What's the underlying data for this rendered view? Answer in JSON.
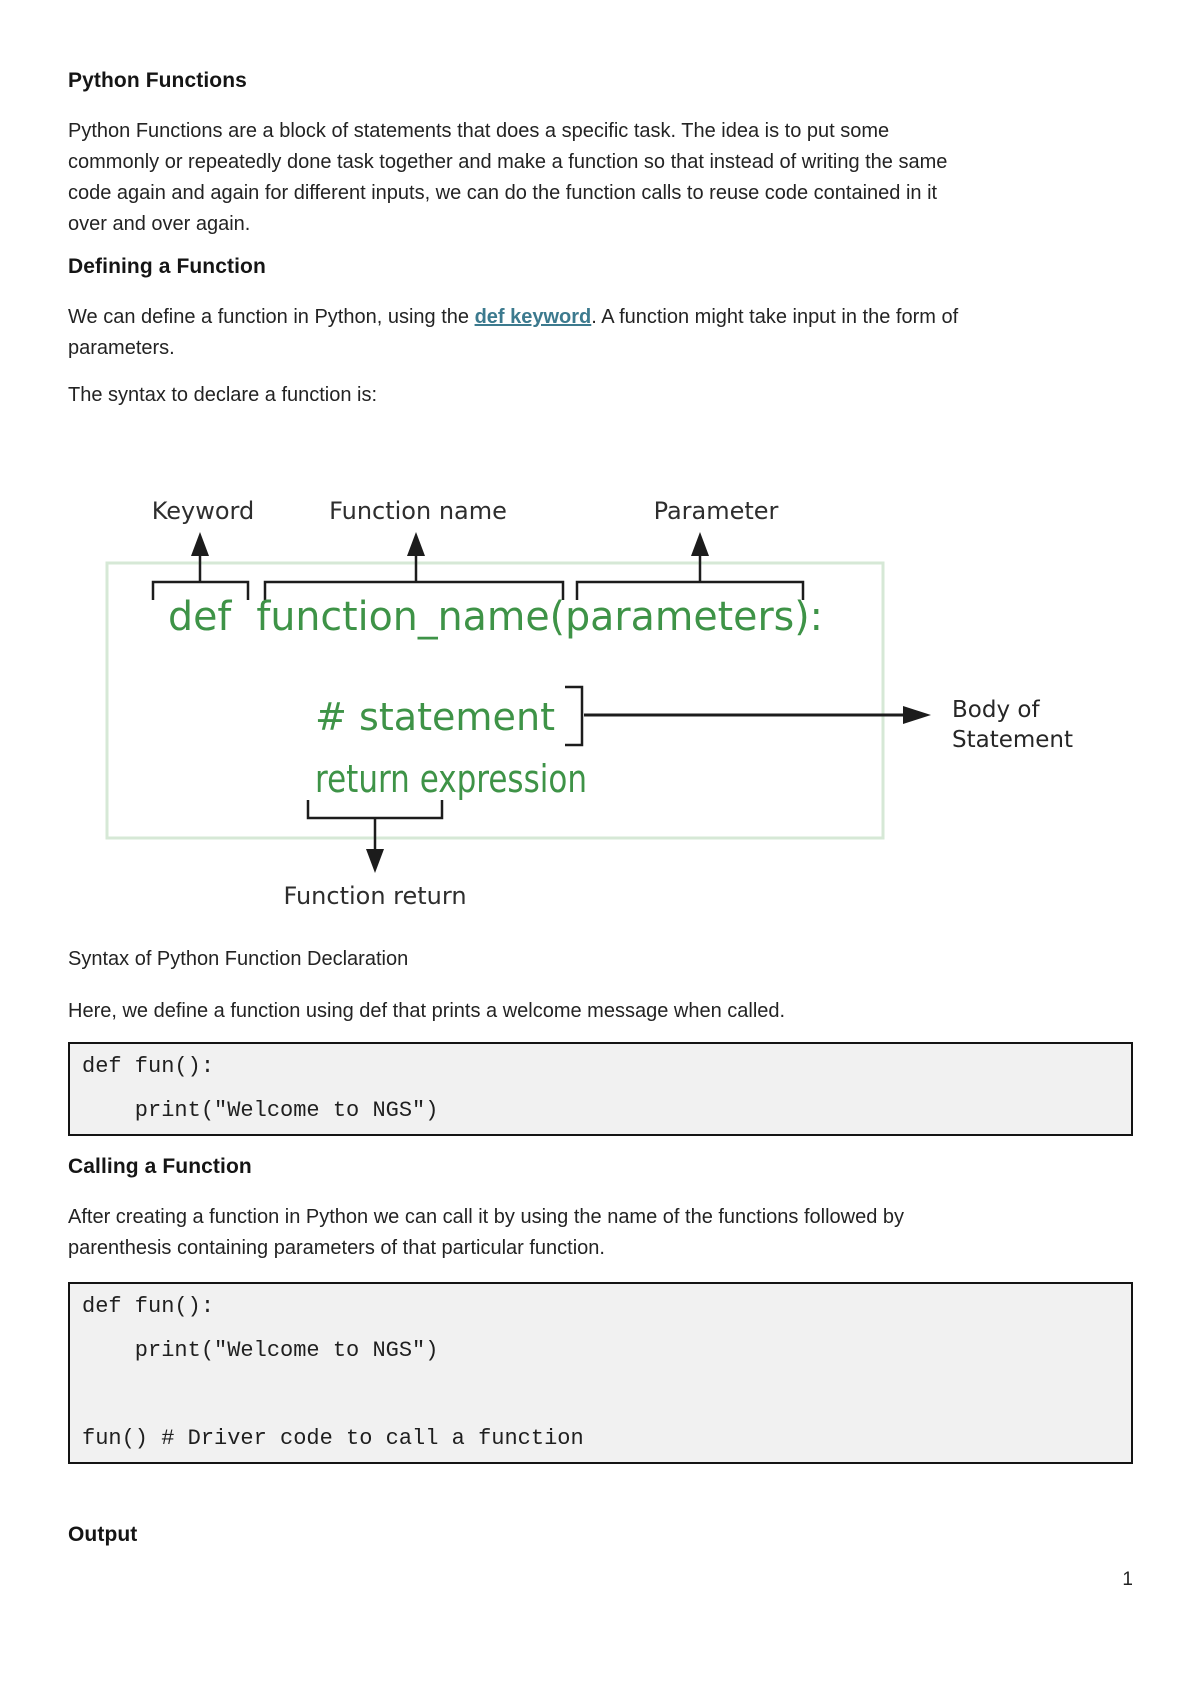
{
  "document": {
    "title": "Python Functions",
    "page_number": "1"
  },
  "intro": {
    "lines": [
      "Python Functions are a block of statements that does a specific task. The idea is to put some",
      "commonly or repeatedly done task together and make a function so that instead of writing the same",
      "code again and again for different inputs, we can do the function calls to reuse code contained in it",
      "over and over again."
    ]
  },
  "defining": {
    "heading": "Defining a Function",
    "line1_before": "We can define a function in Python, using the ",
    "link_text": "def keyword",
    "line1_after": ". A function might take input in the form of",
    "line2": "parameters.",
    "syntax_intro": "The syntax to declare a function is:"
  },
  "diagram": {
    "label_keyword": "Keyword",
    "label_function_name": "Function name",
    "label_parameter": "Parameter",
    "code_line": "def  function_name(parameters):",
    "statement_line": "# statement",
    "return_line": "return expression",
    "body_label_line1": "Body of",
    "body_label_line2": "Statement",
    "return_label": "Function return",
    "caption": "Syntax of Python Function Declaration",
    "colors": {
      "green_text": "#3e9347",
      "box_border": "#d6e8d6",
      "ink": "#1c1c1c"
    }
  },
  "example": {
    "intro": "Here, we define a function using def that prints a welcome message when called."
  },
  "code_block_1": {
    "lines": [
      "def fun():",
      "    print(\"Welcome to NGS\")"
    ]
  },
  "calling": {
    "heading": "Calling a Function",
    "lines": [
      "After creating a function in Python we can call it by using the name of the functions followed by",
      "parenthesis containing parameters of that particular function."
    ]
  },
  "code_block_2": {
    "lines": [
      "def fun():",
      "    print(\"Welcome to NGS\")",
      "",
      "fun() # Driver code to call a function"
    ]
  },
  "output": {
    "heading": "Output"
  },
  "link": {
    "color": "#3c7a8e"
  }
}
